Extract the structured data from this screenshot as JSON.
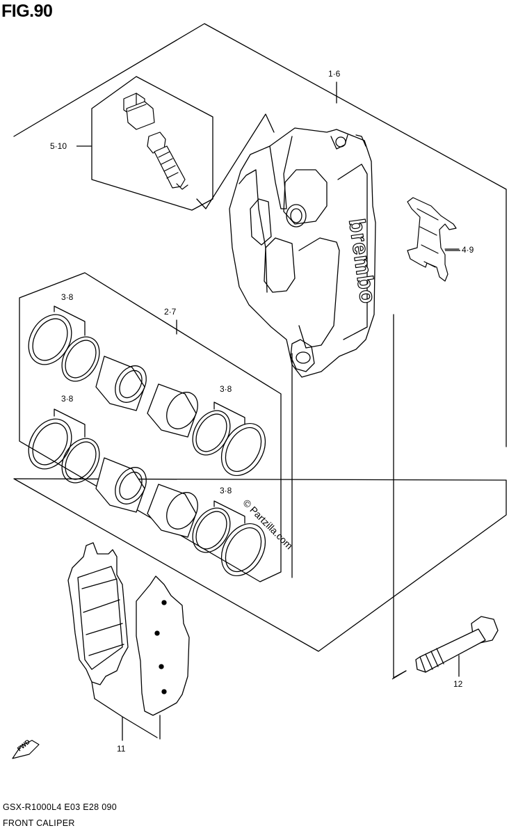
{
  "figure_title": "FIG.90",
  "callouts": {
    "caliper": "1·6",
    "bleeder": "5·10",
    "spring": "4·9",
    "seal_a": "3·8",
    "seal_b": "3·8",
    "seal_c": "3·8",
    "seal_d": "3·8",
    "piston": "2·7",
    "pads": "11",
    "bolt": "12"
  },
  "brand_mark": "brembo",
  "fwd_label": "FWD",
  "watermark": "© Partzilla.com",
  "footer": {
    "model": "GSX-R1000L4  E03  E28  090",
    "name": "FRONT CALIPER"
  },
  "colors": {
    "line": "#000000",
    "watermark": "#c9c9c9"
  }
}
